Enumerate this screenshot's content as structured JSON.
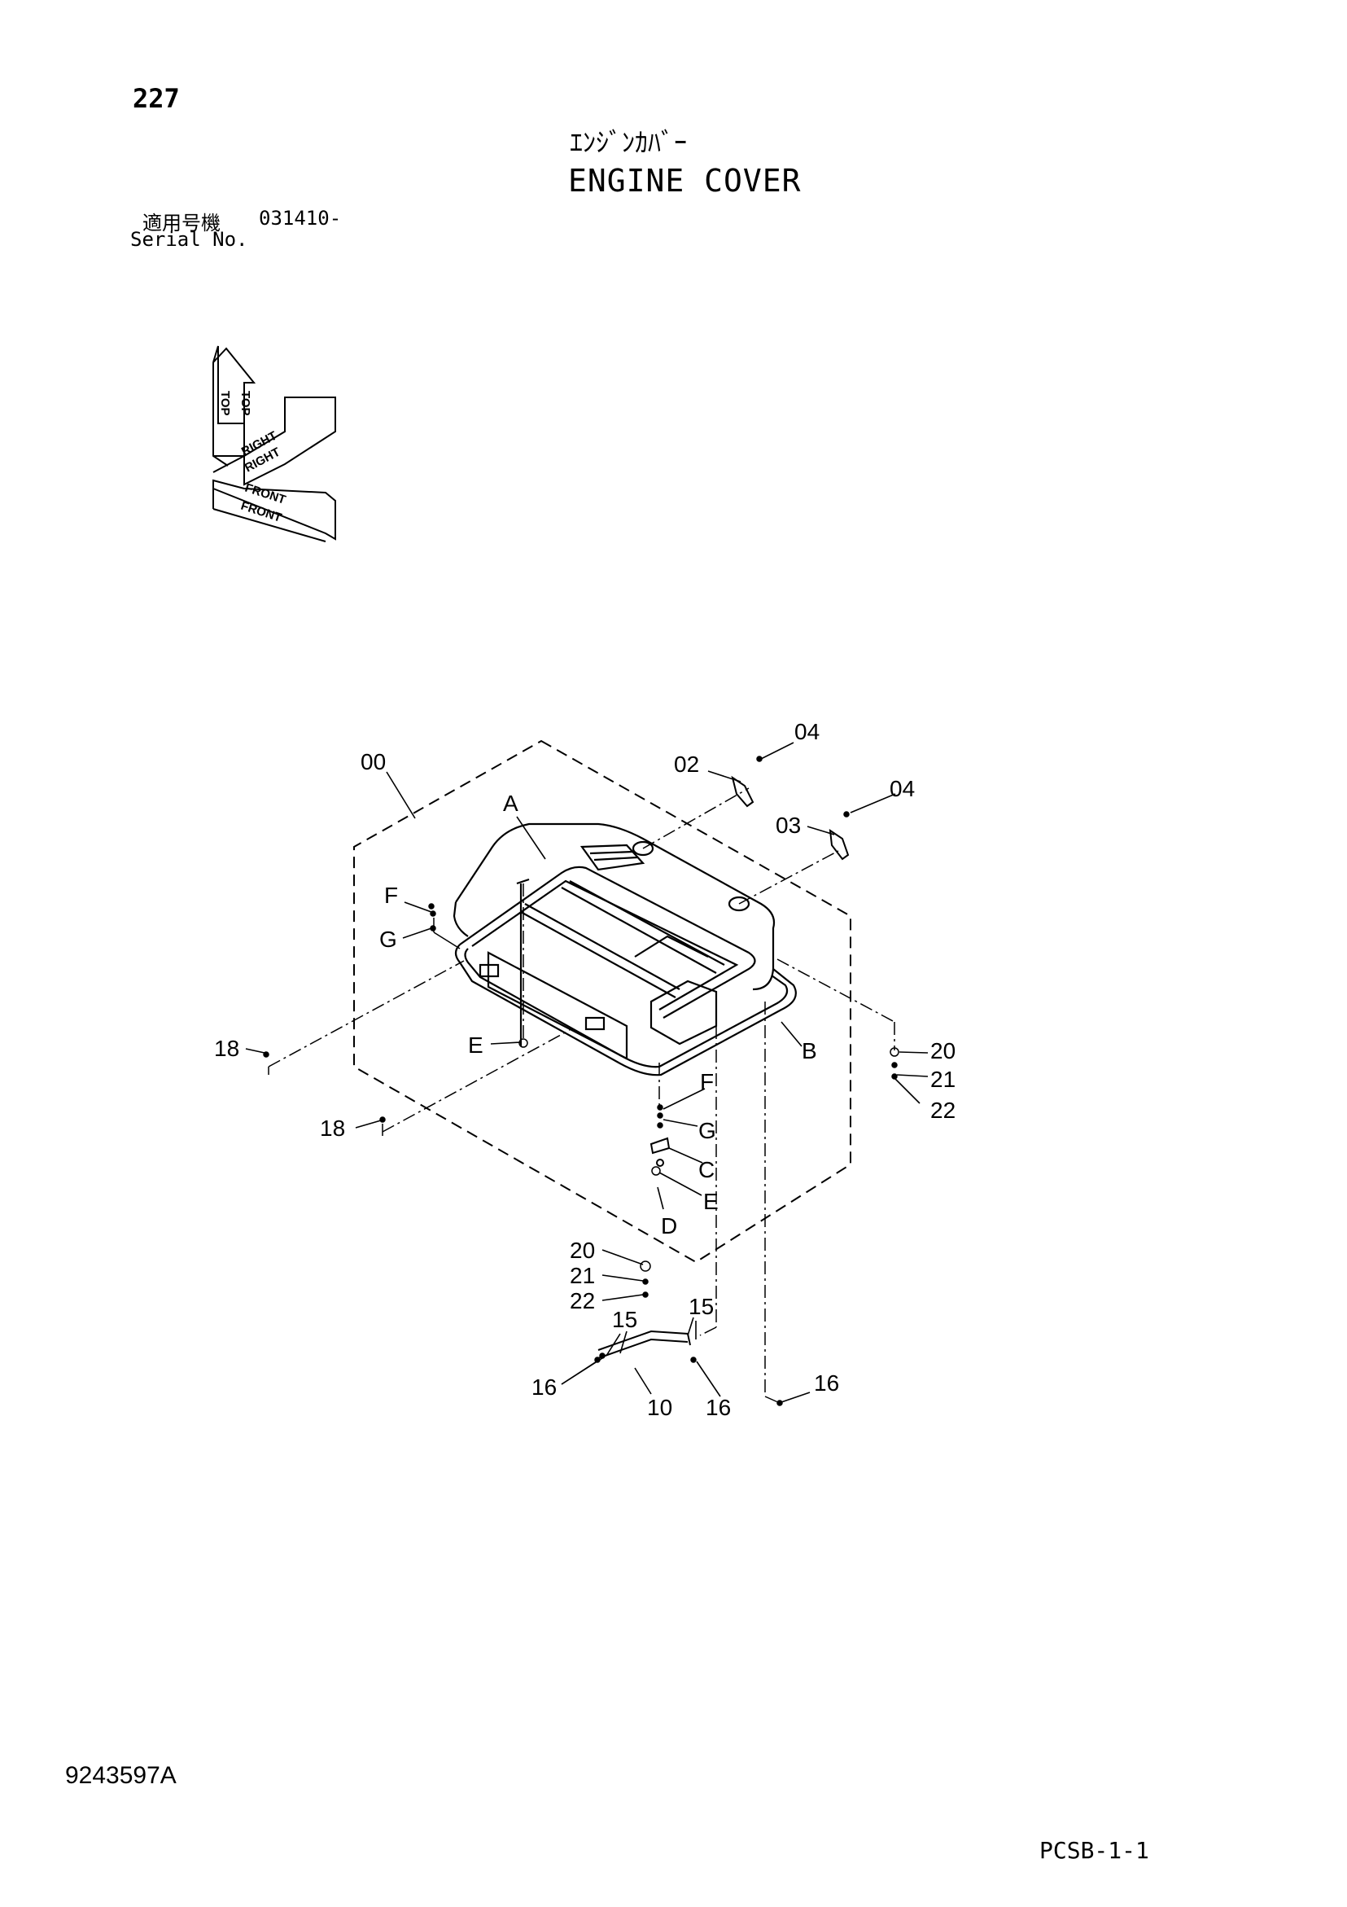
{
  "header": {
    "page_number": "227",
    "title_jp": "ｴﾝｼﾞﾝｶﾊﾞｰ",
    "title_en": "ENGINE COVER",
    "serial_label_jp": "適用号機",
    "serial_value": "031410-",
    "serial_label_en": "Serial No."
  },
  "orientation": {
    "top": "TOP",
    "right": "RIGHT",
    "front": "FRONT"
  },
  "callouts": {
    "c00": "00",
    "cA": "A",
    "c02": "02",
    "c04a": "04",
    "c03": "03",
    "c04b": "04",
    "cF1": "F",
    "cG1": "G",
    "c18a": "18",
    "cE1": "E",
    "cB": "B",
    "c20a": "20",
    "c21a": "21",
    "c22a": "22",
    "c18b": "18",
    "cF2": "F",
    "cG2": "G",
    "cC": "C",
    "cE2": "E",
    "cD": "D",
    "c20b": "20",
    "c21b": "21",
    "c22b": "22",
    "c15a": "15",
    "c15b": "15",
    "c16a": "16",
    "c10": "10",
    "c16b": "16",
    "c16c": "16"
  },
  "footer": {
    "document_id": "9243597A",
    "sheet_code": "PCSB-1-1"
  }
}
